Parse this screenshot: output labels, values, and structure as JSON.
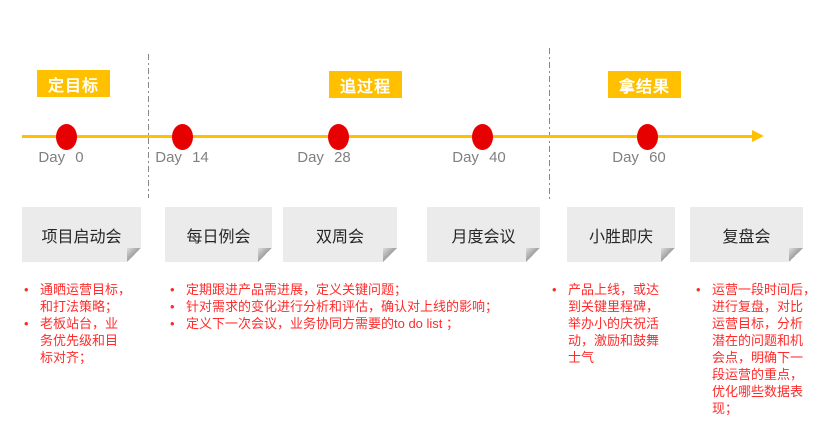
{
  "diagram": {
    "phases": [
      {
        "label": "定目标"
      },
      {
        "label": "追过程"
      },
      {
        "label": "拿结果"
      }
    ],
    "timeline": {
      "milestones": [
        {
          "day": "Day 0"
        },
        {
          "day": "Day 14"
        },
        {
          "day": "Day 28"
        },
        {
          "day": "Day 40"
        },
        {
          "day": "Day 60"
        }
      ]
    },
    "meetings": [
      {
        "title": "项目启动会"
      },
      {
        "title": "每日例会"
      },
      {
        "title": "双周会"
      },
      {
        "title": "月度会议"
      },
      {
        "title": "小胜即庆"
      },
      {
        "title": "复盘会"
      }
    ],
    "notes": [
      {
        "items": [
          "通晒运营目标，\n和打法策略；",
          "老板站台，业\n务优先级和目\n标对齐；"
        ]
      },
      {
        "items": [
          "定期跟进产品需进展，定义关键问题；",
          "针对需求的变化进行分析和评估，确认对上线的影响；",
          "定义下一次会议，业务协同方需要的to do list ；"
        ]
      },
      {
        "items": [
          "产品上线，或达\n到关键里程碑，\n举办小的庆祝活\n动，激励和鼓舞\n士气"
        ]
      },
      {
        "items": [
          "运营一段时间后，\n进行复盘，对比\n运营目标，分析\n潜在的问题和机\n会点，明确下一\n段运营的重点，\n优化哪些数据表\n现；"
        ]
      }
    ],
    "bullet_glyph": "•",
    "colors": {
      "accent": "#FFC000",
      "dot_red": "#E60000",
      "bullet_text_red": "#FF2B2B",
      "day_label_gray": "#808080",
      "note_bg": "#EBEBEB"
    }
  }
}
